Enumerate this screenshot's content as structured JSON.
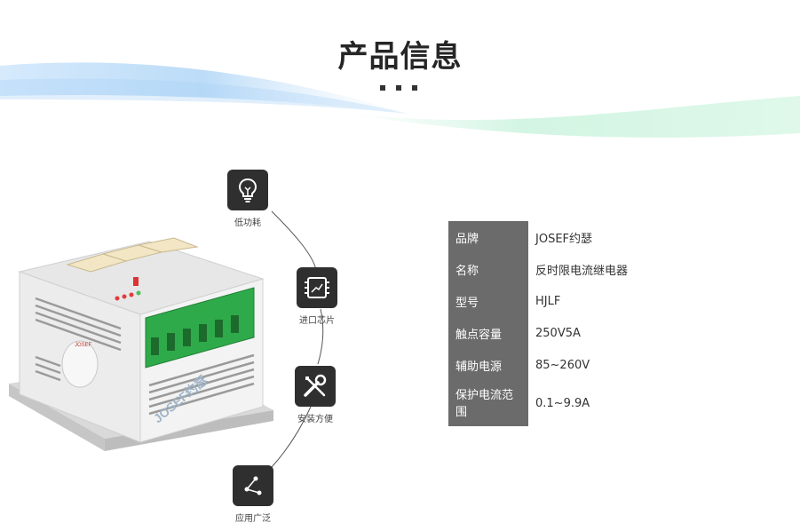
{
  "header": {
    "title": "产品信息"
  },
  "features": [
    {
      "label": "低功耗",
      "icon": "lightbulb-icon"
    },
    {
      "label": "进口芯片",
      "icon": "chip-icon"
    },
    {
      "label": "安装方便",
      "icon": "tools-icon"
    },
    {
      "label": "应用广泛",
      "icon": "share-icon"
    }
  ],
  "product_image": {
    "watermark": "JOSEF约瑟",
    "label_brand": "JOSEF"
  },
  "specs": [
    {
      "key": "品牌",
      "value": "JOSEF约瑟"
    },
    {
      "key": "名称",
      "value": "反时限电流继电器"
    },
    {
      "key": "型号",
      "value": "HJLF"
    },
    {
      "key": "触点容量",
      "value": "250V5A"
    },
    {
      "key": "辅助电源",
      "value": "85~260V"
    },
    {
      "key": "保护电流范围",
      "value": "0.1~9.9A"
    }
  ],
  "colors": {
    "title": "#262626",
    "icon_bg": "#2f2f2f",
    "spec_key_bg": "#6b6b6b",
    "terminal_green": "#2faa4a",
    "wave_blue": "#cfe6fb",
    "wave_green": "#d9f6e6"
  }
}
